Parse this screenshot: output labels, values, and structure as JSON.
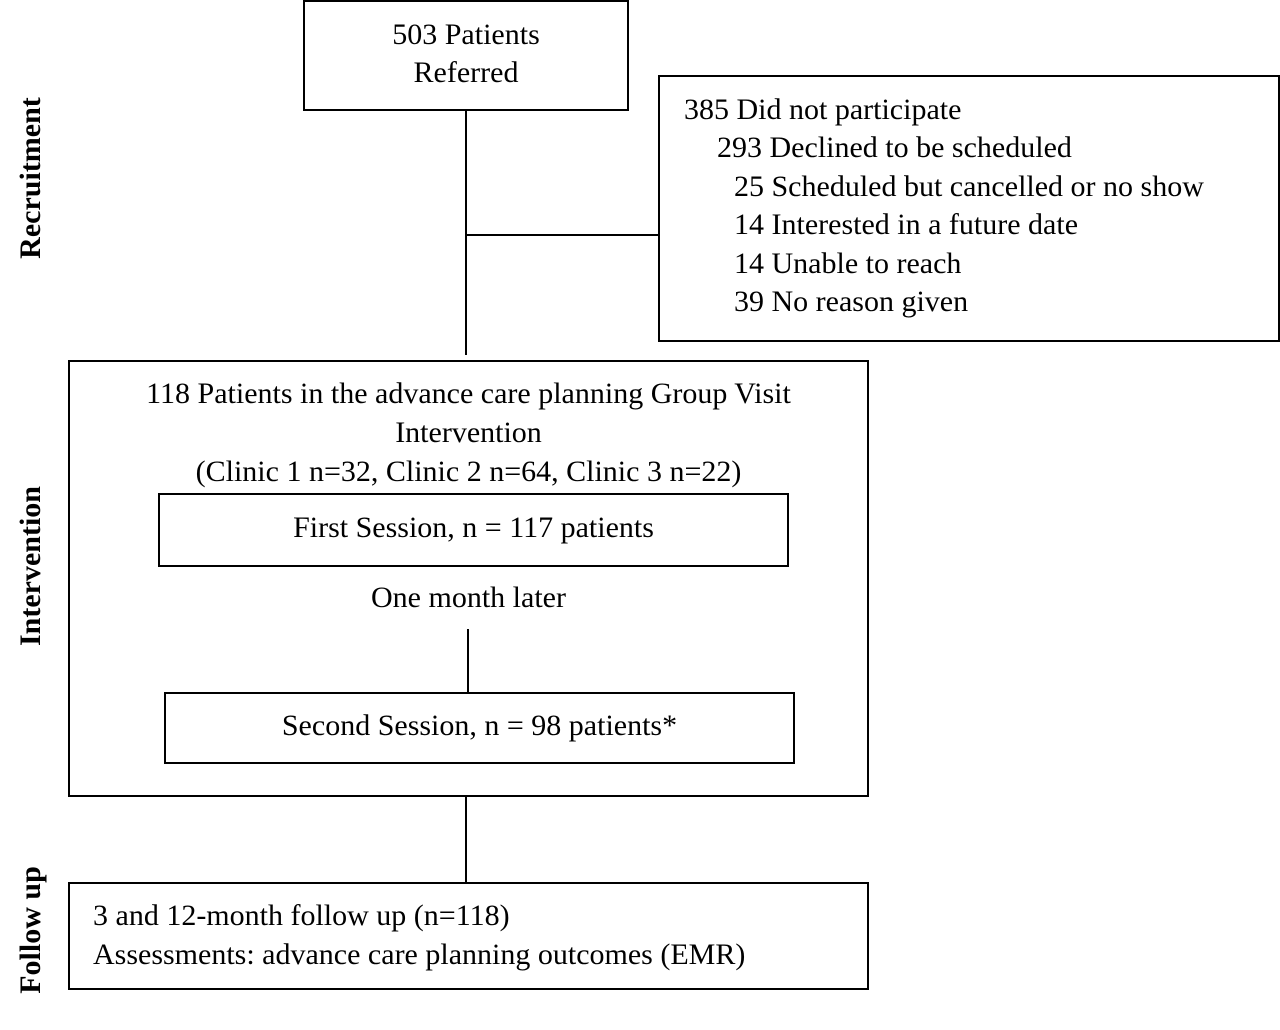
{
  "phases": {
    "recruitment": "Recruitment",
    "intervention": "Intervention",
    "follow_up": "Follow up"
  },
  "referred": {
    "line1": "503 Patients",
    "line2": "Referred"
  },
  "not_participate": {
    "header": "385 Did not participate",
    "items": [
      "293 Declined to be scheduled",
      "25 Scheduled but cancelled or no show",
      "14 Interested in a future date",
      "14 Unable to reach",
      "39 No reason given"
    ]
  },
  "intervention": {
    "line1": "118 Patients in the advance care planning Group Visit",
    "line2": "Intervention",
    "line3": "(Clinic 1 n=32, Clinic 2 n=64, Clinic 3 n=22)",
    "first_session": "First Session, n = 117 patients",
    "interval": "One month later",
    "second_session": "Second Session, n = 98 patients*"
  },
  "follow_up": {
    "line1": "3 and 12-month follow up (n=118)",
    "line2": "Assessments: advance care planning outcomes (EMR)"
  }
}
